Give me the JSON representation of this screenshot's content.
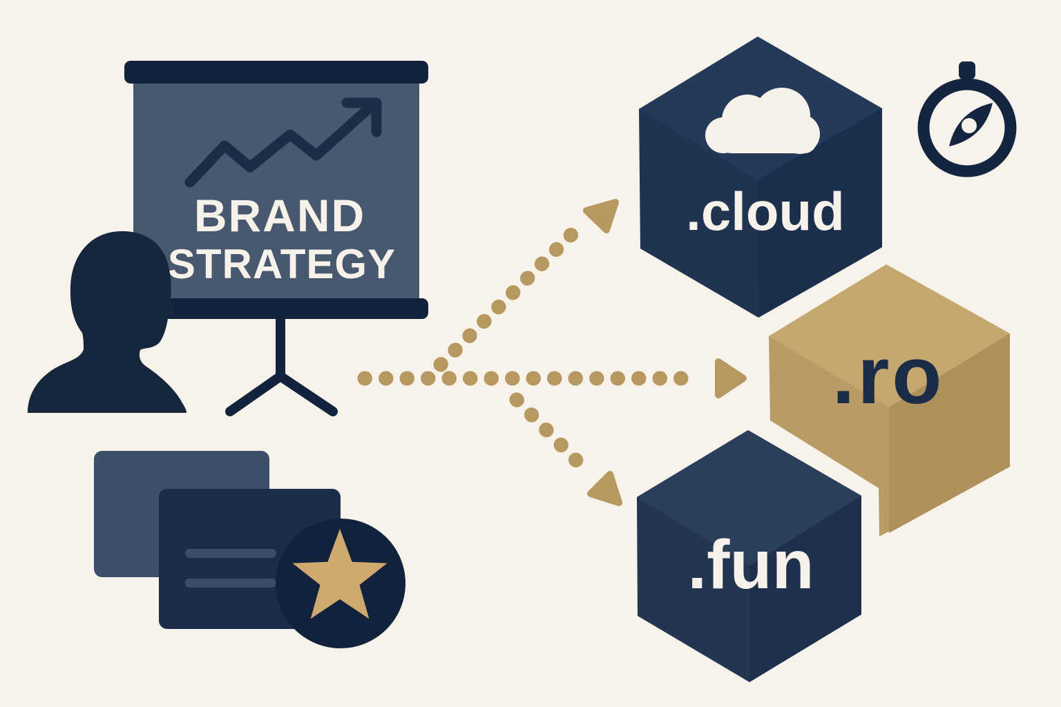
{
  "illustration": {
    "description": "Brand strategy presentation pointing to domain extension boxes",
    "background_color": "#f7f2ea"
  },
  "palette": {
    "navy_darkest": "#13233d",
    "navy_dark": "#1b2e4c",
    "navy_mid": "#223550",
    "navy_light": "#2b3e5b",
    "slate_board": "#48596f",
    "slate_card": "#3d4f69",
    "gold_top": "#c5a770",
    "gold_left": "#b99b66",
    "gold_right": "#ad905c",
    "gold_dots": "#b79860",
    "gold_star": "#cfa96d",
    "cream": "#f6f2ea"
  },
  "presentation_board": {
    "line1": "BRAND",
    "line2": "STRATEGY",
    "chart_icon": "rising-zigzag-arrow"
  },
  "figures": {
    "person_icon": "person-silhouette",
    "cards_icon": "stacked-cards",
    "star_icon": "star-badge",
    "compass_icon": "compass"
  },
  "domains": [
    {
      "label": ".cloud",
      "icon": "cloud-icon",
      "box_color": "#1f3251",
      "text_color": "#f6f2ea"
    },
    {
      "label": ".ro",
      "icon": "",
      "box_color": "#b99b66",
      "text_color": "#1b2c49"
    },
    {
      "label": ".fun",
      "icon": "",
      "box_color": "#223550",
      "text_color": "#f6f2ea"
    }
  ],
  "arrows": {
    "style": "dotted",
    "color": "#b79860",
    "directions": [
      "up-right to .cloud",
      "right to .ro",
      "down-right to .fun"
    ]
  }
}
